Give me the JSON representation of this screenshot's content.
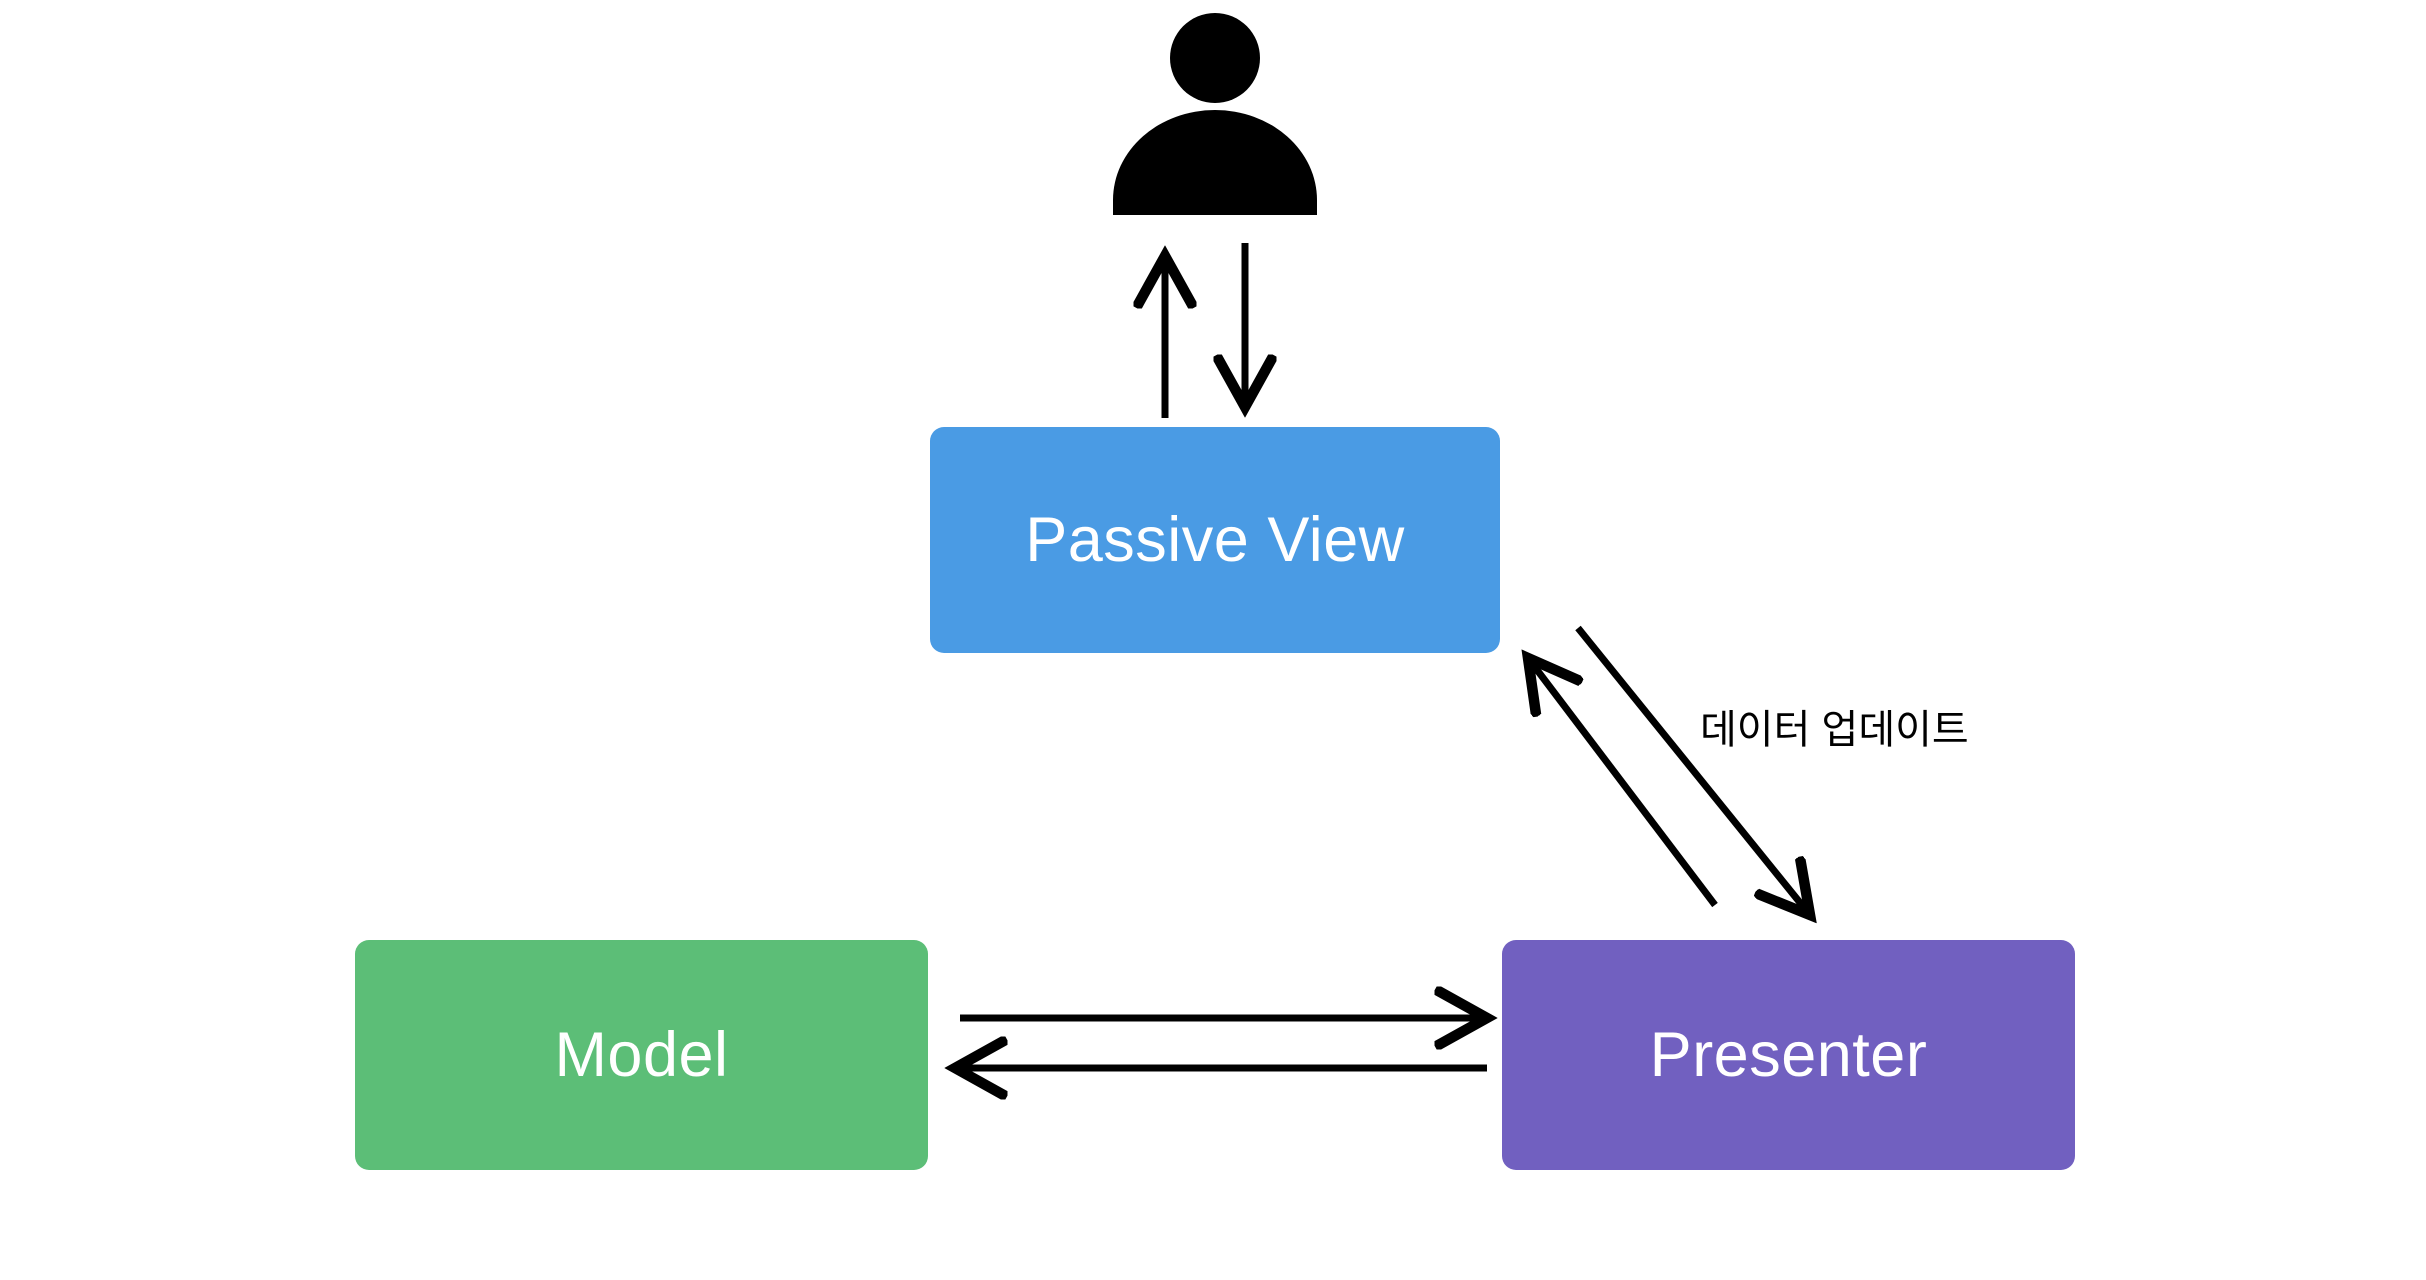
{
  "diagram": {
    "title": "Passive View (MVP) architecture diagram",
    "background_color": "#FFFFFF",
    "nodes": [
      {
        "id": "user",
        "type": "actor-icon",
        "icon": "user-person-icon",
        "label": "",
        "color": "#000000"
      },
      {
        "id": "passive_view",
        "type": "box",
        "label": "Passive View",
        "fill_color": "#4A9BE4",
        "text_color": "#FFFFFF"
      },
      {
        "id": "model",
        "type": "box",
        "label": "Model",
        "fill_color": "#5CBE77",
        "text_color": "#FFFFFF"
      },
      {
        "id": "presenter",
        "type": "box",
        "label": "Presenter",
        "fill_color": "#7160C0",
        "text_color": "#FFFFFF"
      }
    ],
    "edges": [
      {
        "id": "view-to-user",
        "from": "passive_view",
        "to": "user",
        "direction": "up",
        "label": "",
        "color": "#000000"
      },
      {
        "id": "user-to-view",
        "from": "user",
        "to": "passive_view",
        "direction": "down",
        "label": "",
        "color": "#000000"
      },
      {
        "id": "presenter-to-view",
        "from": "presenter",
        "to": "passive_view",
        "direction": "up-left",
        "label": "",
        "color": "#000000"
      },
      {
        "id": "view-to-presenter",
        "from": "passive_view",
        "to": "presenter",
        "direction": "down-right",
        "label": "데이터 업데이트",
        "color": "#000000"
      },
      {
        "id": "model-to-presenter",
        "from": "model",
        "to": "presenter",
        "direction": "right",
        "label": "",
        "color": "#000000"
      },
      {
        "id": "presenter-to-model",
        "from": "presenter",
        "to": "model",
        "direction": "left",
        "label": "",
        "color": "#000000"
      }
    ],
    "labels": {
      "data_update": "데이터 업데이트"
    }
  }
}
